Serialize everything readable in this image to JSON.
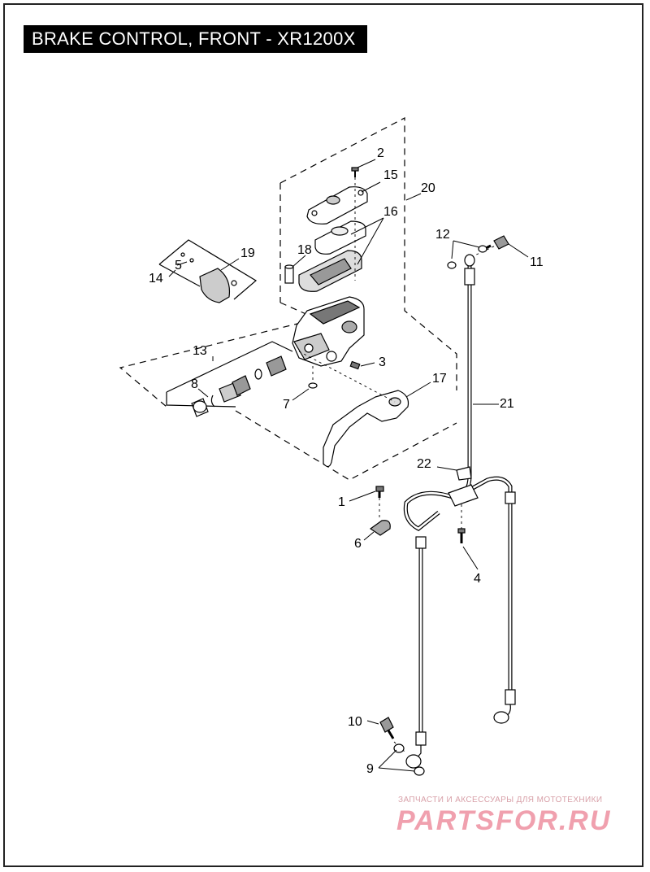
{
  "title": "BRAKE CONTROL, FRONT - XR1200X",
  "callouts": [
    "1",
    "2",
    "3",
    "4",
    "5",
    "6",
    "7",
    "8",
    "9",
    "10",
    "11",
    "12",
    "13",
    "14",
    "15",
    "16",
    "17",
    "18",
    "19",
    "20",
    "21",
    "22"
  ],
  "watermark": {
    "subtitle": "ЗАПЧАСТИ И АКСЕССУАРЫ ДЛЯ МОТОТЕХНИКИ",
    "brand": "PARTSFOR.RU"
  }
}
